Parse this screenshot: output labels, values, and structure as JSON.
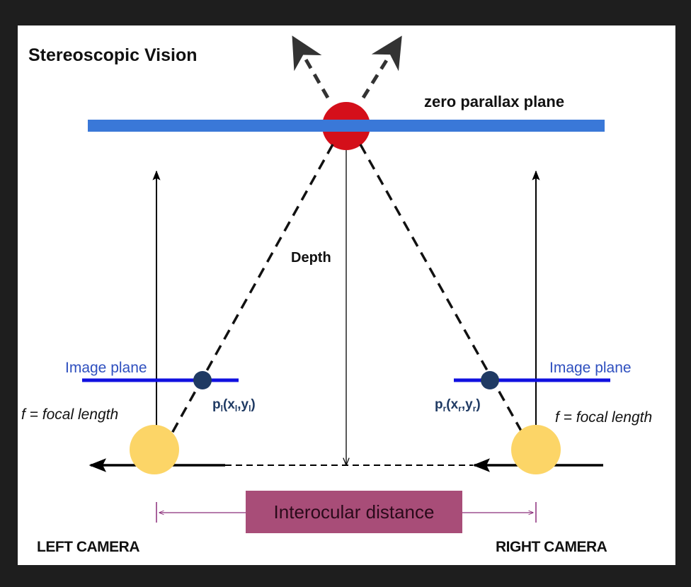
{
  "title": "Stereoscopic Vision",
  "labels": {
    "zero_parallax_plane": "zero parallax plane",
    "depth": "Depth",
    "image_plane_left": "Image plane",
    "image_plane_right": "Image plane",
    "focal_length_left": "f = focal length",
    "focal_length_right": "f = focal length",
    "interocular_distance": "Interocular distance",
    "left_camera": "LEFT CAMERA",
    "right_camera": "RIGHT CAMERA"
  },
  "point_labels": {
    "left": {
      "p": "p",
      "p_sub": "l",
      "x": "x",
      "x_sub": "l",
      "y": "y",
      "y_sub": "l"
    },
    "right": {
      "p": "p",
      "p_sub": "r",
      "x": "x",
      "x_sub": "r",
      "y": "y",
      "y_sub": "r"
    }
  },
  "colors": {
    "page_frame": "#1e1e1e",
    "canvas": "#ffffff",
    "zero_parallax_plane": "#3a78d8",
    "object_point": "#d40f1a",
    "image_plane": "#1010e0",
    "image_plane_label": "#2e4fbf",
    "projection_point": "#1f3a63",
    "camera": "#fcd567",
    "interocular_box": "#a84d78",
    "interocular_text": "#2a0a1a",
    "ray": "#111111"
  }
}
